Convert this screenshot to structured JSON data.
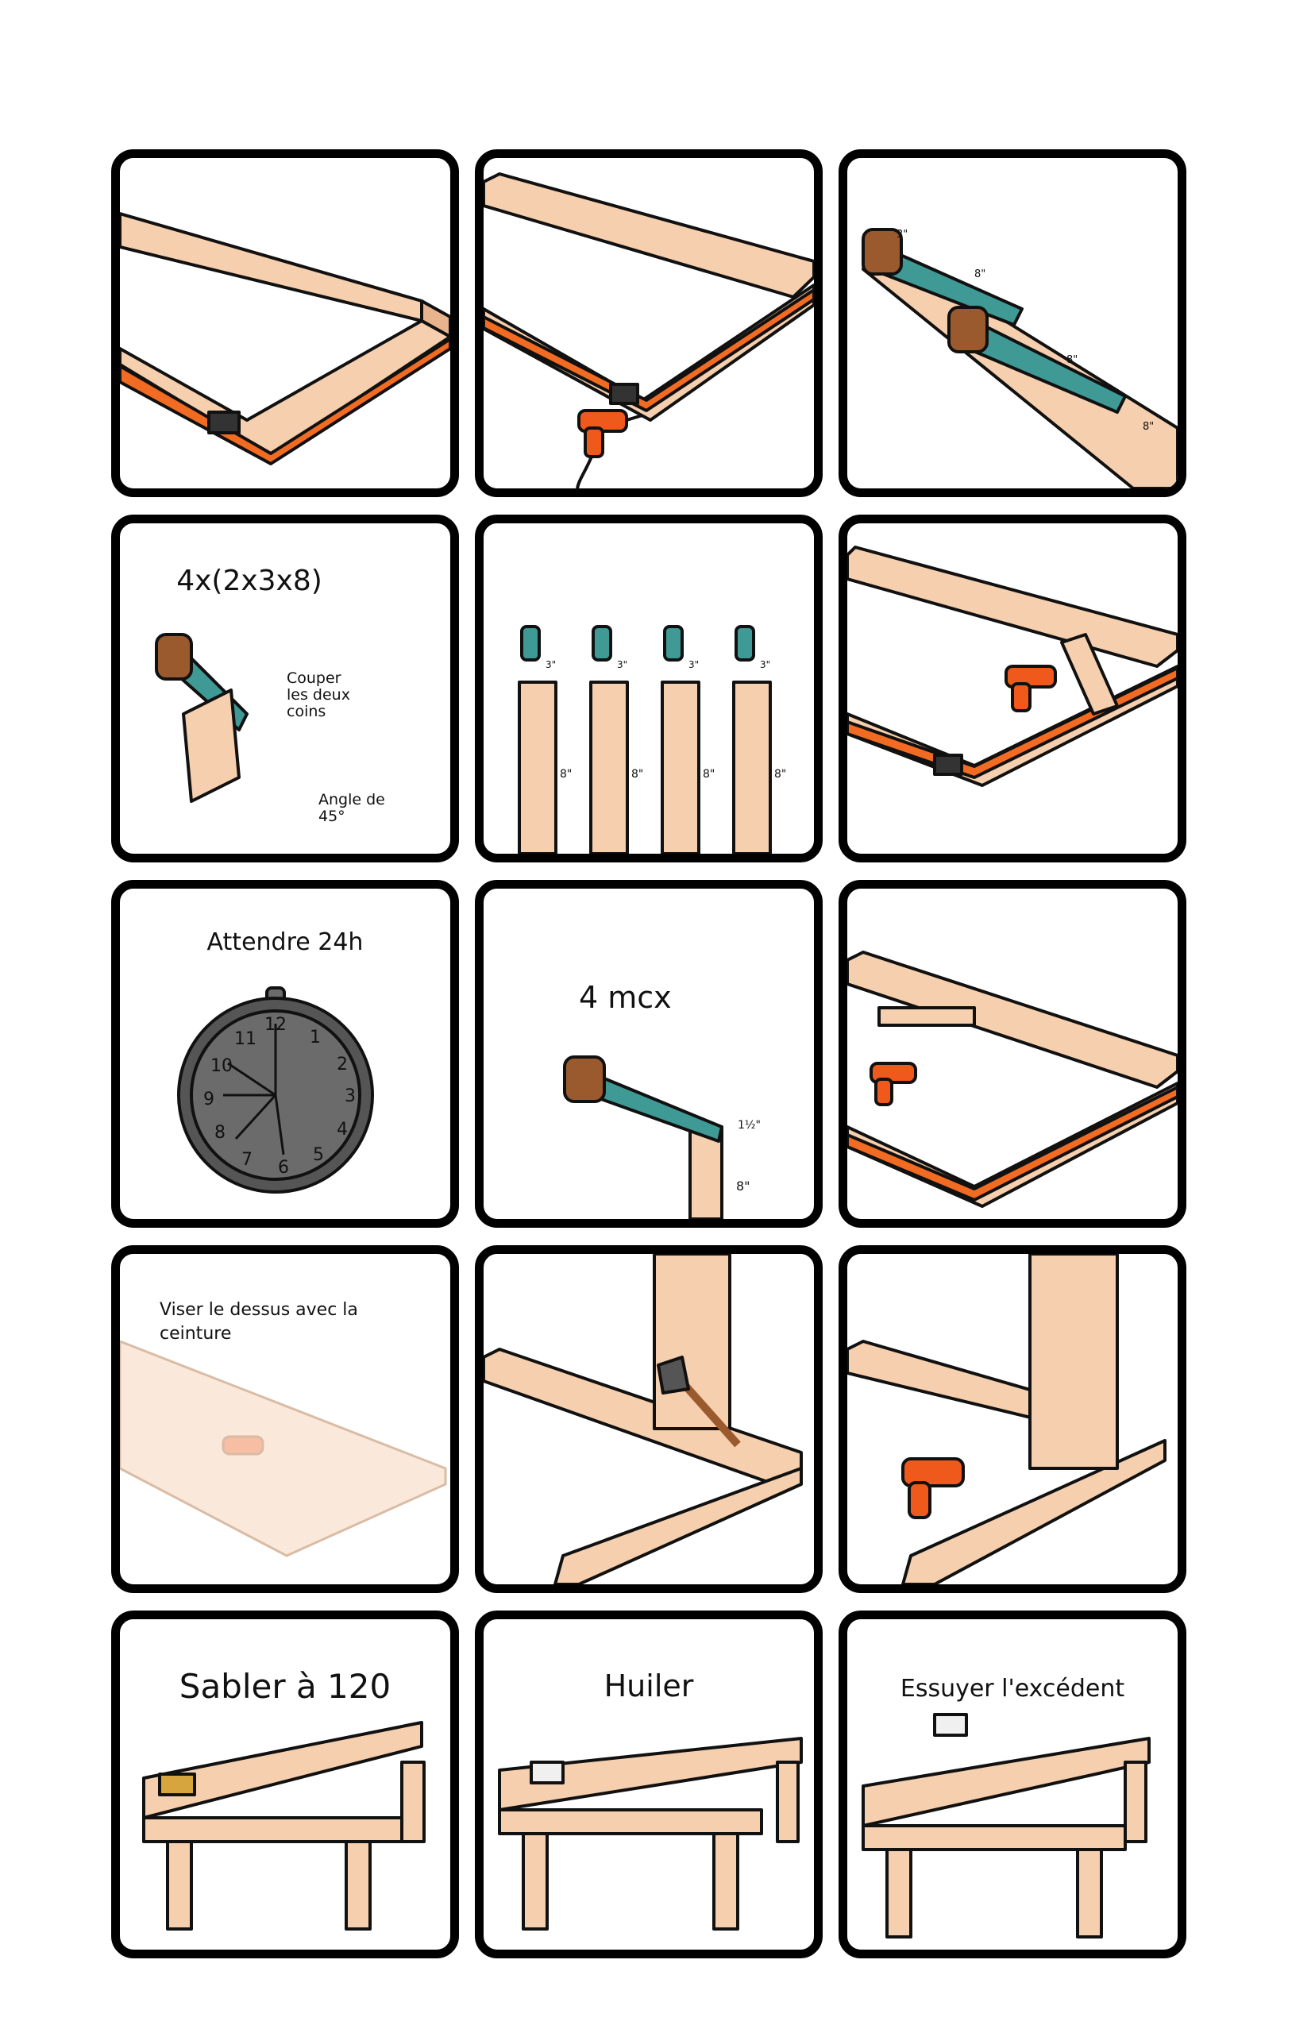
{
  "panels": {
    "p3": {
      "dim_labels": [
        "3\"",
        "8\"",
        "8\"",
        "8\""
      ]
    },
    "p4": {
      "title": "4x(2x3x8)",
      "note_cut": "Couper les deux coins",
      "note_angle": "Angle de 45°"
    },
    "p5": {
      "top_labels": [
        "3\"",
        "3\"",
        "3\"",
        "3\""
      ],
      "length_labels": [
        "8\"",
        "8\"",
        "8\"",
        "8\""
      ]
    },
    "p7": {
      "title": "Attendre 24h",
      "clock_numbers": [
        "12",
        "1",
        "2",
        "3",
        "4",
        "5",
        "6",
        "7",
        "8",
        "9",
        "10",
        "11"
      ]
    },
    "p8": {
      "title": "4 mcx",
      "dim_top": "1½\"",
      "dim_len": "8\""
    },
    "p10": {
      "note": "Viser le dessus avec la ceinture"
    },
    "p13": {
      "title": "Sabler à 120"
    },
    "p14": {
      "title": "Huiler"
    },
    "p15": {
      "title": "Essuyer l'excédent"
    }
  },
  "colors": {
    "wood": "#f5cfae",
    "wood_shade": "#e8b48e",
    "strap_orange": "#f26b22",
    "saw_blade": "#3f9a96",
    "saw_handle": "#9a5a2e",
    "drill_orange": "#ef5a1c",
    "clock_gray": "#6b6b6b",
    "outline": "#111111"
  },
  "icons": [
    "frame-icon",
    "strap-clamp-icon",
    "drill-icon",
    "saw-icon",
    "glue-bottle-icon",
    "clock-icon",
    "axe-icon",
    "table-icon",
    "cloth-icon",
    "hand-icon"
  ]
}
